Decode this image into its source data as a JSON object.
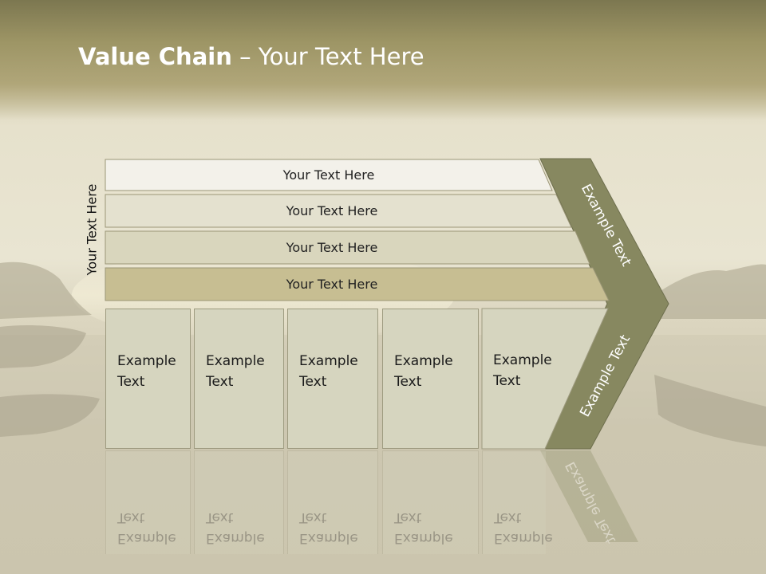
{
  "title": {
    "bold": "Value Chain",
    "rest": " – Your Text Here"
  },
  "side_label": "Your Text Here",
  "rows": [
    {
      "label": "Your Text Here",
      "fill": "#f3f1ea"
    },
    {
      "label": "Your Text Here",
      "fill": "#e4e1cf"
    },
    {
      "label": "Your Text Here",
      "fill": "#d9d6bd"
    },
    {
      "label": "Your Text Here",
      "fill": "#c7be92"
    }
  ],
  "cells": [
    {
      "label": "Example\nText"
    },
    {
      "label": "Example\nText"
    },
    {
      "label": "Example\nText"
    },
    {
      "label": "Example\nText"
    },
    {
      "label": "Example\nText"
    }
  ],
  "arrow": {
    "top_label": "Example Text",
    "bottom_label": "Example Text",
    "color": "#878860"
  }
}
